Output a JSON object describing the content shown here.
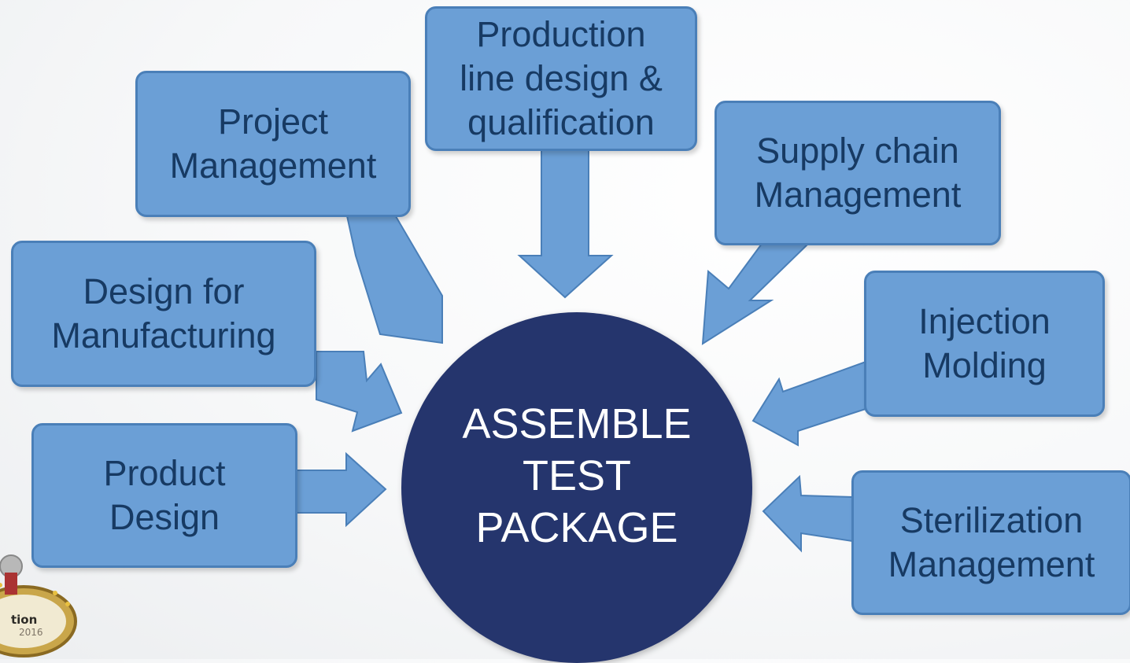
{
  "center": {
    "lines": [
      "ASSEMBLE",
      "TEST",
      "PACKAGE"
    ]
  },
  "boxes": [
    {
      "id": "production-line",
      "lines": [
        "Production",
        "line design &",
        "qualification"
      ]
    },
    {
      "id": "project-management",
      "lines": [
        "Project",
        "Management"
      ]
    },
    {
      "id": "supply-chain",
      "lines": [
        "Supply chain",
        "Management"
      ]
    },
    {
      "id": "design-for-manufacturing",
      "lines": [
        "Design for",
        "Manufacturing"
      ]
    },
    {
      "id": "injection-molding",
      "lines": [
        "Injection",
        "Molding"
      ]
    },
    {
      "id": "product-design",
      "lines": [
        "Product",
        "Design"
      ]
    },
    {
      "id": "sterilization",
      "lines": [
        "Sterilization",
        "Management"
      ]
    }
  ],
  "colors": {
    "box_fill": "#6b9fd6",
    "box_border": "#4a7fb8",
    "box_text": "#173a63",
    "arrow_fill": "#6b9fd6",
    "center_fill": "#25356d",
    "center_text": "#ffffff"
  },
  "logo": {
    "text": "tion",
    "sub": "2016"
  }
}
